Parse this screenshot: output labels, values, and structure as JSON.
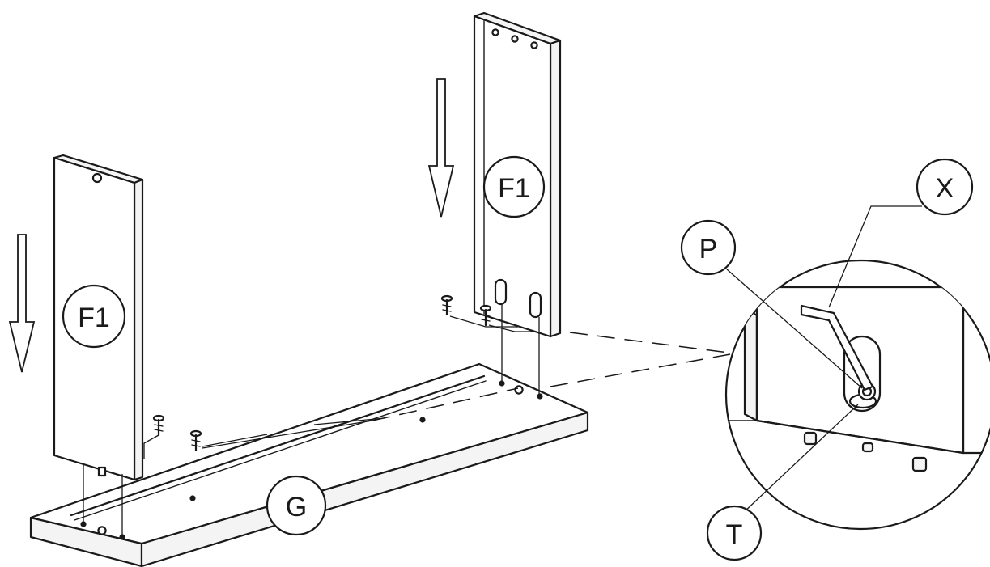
{
  "labels": {
    "left_panel": "F1",
    "right_panel": "F1",
    "base": "G",
    "wrench": "X",
    "screw": "P",
    "slot": "T"
  }
}
